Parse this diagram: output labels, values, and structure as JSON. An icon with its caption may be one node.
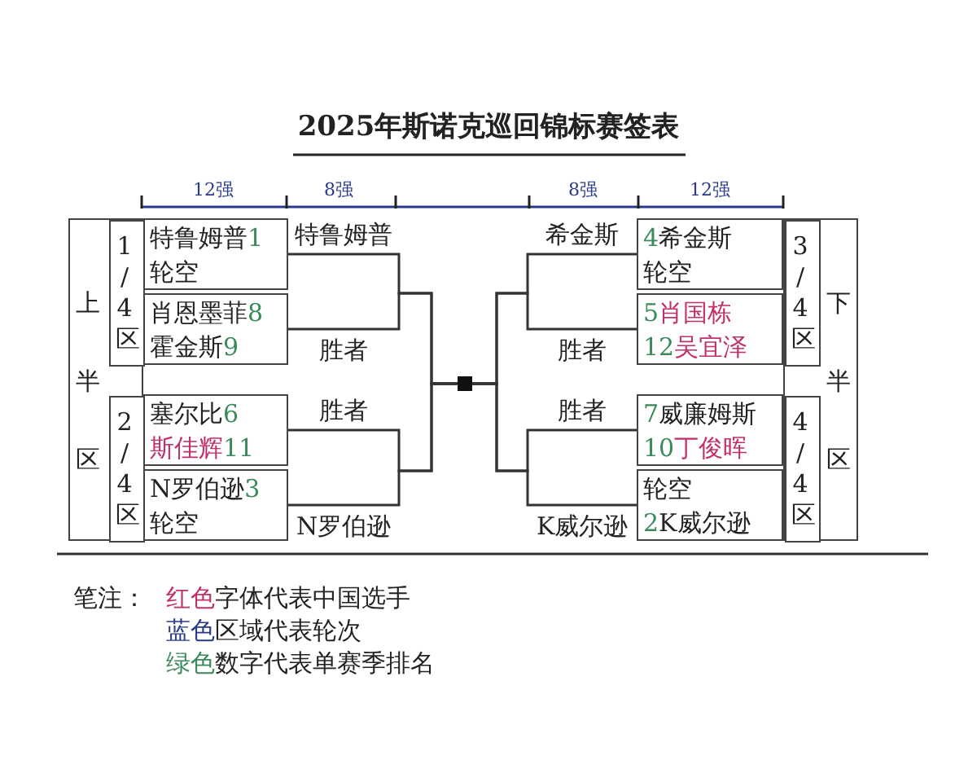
{
  "diagram": {
    "title": "2025年斯诺克巡回锦标赛签表",
    "nodes": [
      {
        "text": [
          "上半区"
        ]
      },
      {
        "text": [
          "1/4区"
        ],
        "in": 0
      },
      {
        "text": [
          "2/4区"
        ],
        "in": 0
      },
      {
        "text": [
          "特鲁姆普1",
          "轮空"
        ]
      },
      {
        "text": [
          "肖恩墨菲8",
          "霍金斯9"
        ]
      },
      {
        "text": [
          "塞尔比6",
          "斯佳辉11"
        ]
      },
      {
        "text": [
          "N罗伯逊3",
          "轮空"
        ]
      },
      {
        "text": [],
        "shape": "box"
      },
      {
        "text": [
          "下半区"
        ]
      },
      {
        "text": [
          "3/4区"
        ],
        "in": 8
      },
      {
        "text": [
          "4/4区"
        ],
        "in": 8
      },
      {
        "text": [
          "4希金斯",
          "轮空"
        ]
      },
      {
        "text": [
          "5肖国栋",
          "12吴宜泽"
        ]
      },
      {
        "text": [
          "7威廉姆斯",
          "10丁俊晖"
        ]
      },
      {
        "text": [
          "轮空",
          "2K威尔逊"
        ]
      }
    ],
    "edges": [
      {
        "from": 3,
        "to": 7,
        "arrow": "none",
        "label": "特鲁姆普"
      },
      {
        "from": 4,
        "to": 7,
        "arrow": "none",
        "label": "胜者"
      },
      {
        "from": 5,
        "to": 7,
        "arrow": "none",
        "label": "胜者"
      },
      {
        "from": 6,
        "to": 7,
        "arrow": "none",
        "label": "N罗伯逊"
      },
      {
        "from": 11,
        "to": 7,
        "arrow": "none",
        "label": "希金斯"
      },
      {
        "from": 12,
        "to": 7,
        "arrow": "none",
        "label": "胜者"
      },
      {
        "from": 13,
        "to": 7,
        "arrow": "none",
        "label": "胜者"
      },
      {
        "from": 14,
        "to": 7,
        "arrow": "none",
        "label": "K威尔逊"
      }
    ],
    "labels": [
      "12强",
      "8强",
      "8强",
      "12强",
      "笔注：",
      "红色字体代表中国选手",
      "蓝色区域代表轮次",
      "绿色数字代表单赛季排名"
    ]
  }
}
